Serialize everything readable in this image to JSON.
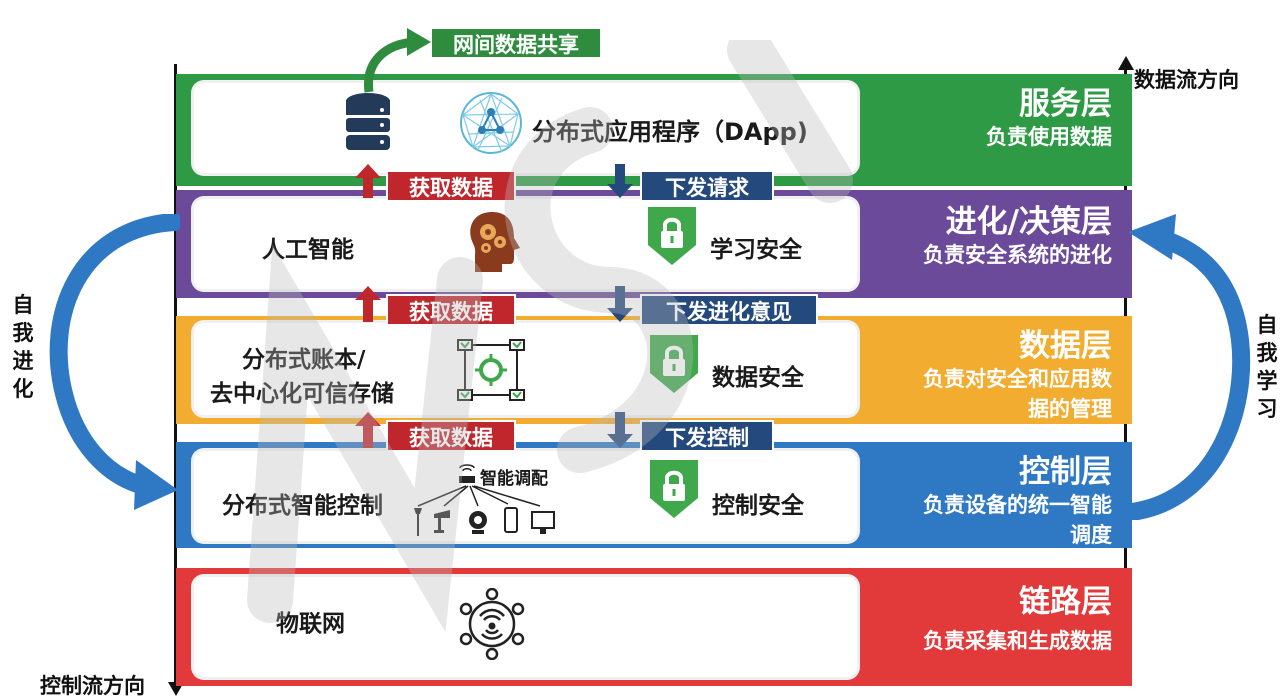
{
  "axes": {
    "data_flow": "数据流方向",
    "control_flow": "控制流方向"
  },
  "side": {
    "left": [
      "自",
      "我",
      "进",
      "化"
    ],
    "right": [
      "自",
      "我",
      "学",
      "习"
    ]
  },
  "sharing_tag": "网间数据共享",
  "layers": {
    "service": {
      "title": "服务层",
      "desc": "负责使用数据",
      "item": "分布式应用程序（DApp)",
      "color": "#2e9a45"
    },
    "evolution": {
      "title": "进化/决策层",
      "desc": "负责安全系统的进化",
      "left_item": "人工智能",
      "right_item": "学习安全",
      "color": "#6b4a9a"
    },
    "data": {
      "title": "数据层",
      "desc_line1": "负责对安全和应用数",
      "desc_line2": "据的管理",
      "left_item_line1": "分布式账本/",
      "left_item_line2": "去中心化可信存储",
      "right_item": "数据安全",
      "color": "#f2ac2f"
    },
    "control": {
      "title": "控制层",
      "desc_line1": "负责设备的统一智能",
      "desc_line2": "调度",
      "left_item": "分布式智能控制",
      "sub_label": "智能调配",
      "right_item": "控制安全",
      "color": "#2f78c4"
    },
    "link": {
      "title": "链路层",
      "desc": "负责采集和生成数据",
      "left_item": "物联网",
      "color": "#e23a3a"
    }
  },
  "connectors": {
    "get_data": "获取数据",
    "down_request": "下发请求",
    "down_evolution": "下发进化意见",
    "down_control": "下发控制"
  },
  "colors": {
    "red_tag": "#c0272d",
    "blue_tag": "#24497c",
    "green_tag": "#2f8c3f",
    "curve_arrow": "#2f78c4"
  }
}
